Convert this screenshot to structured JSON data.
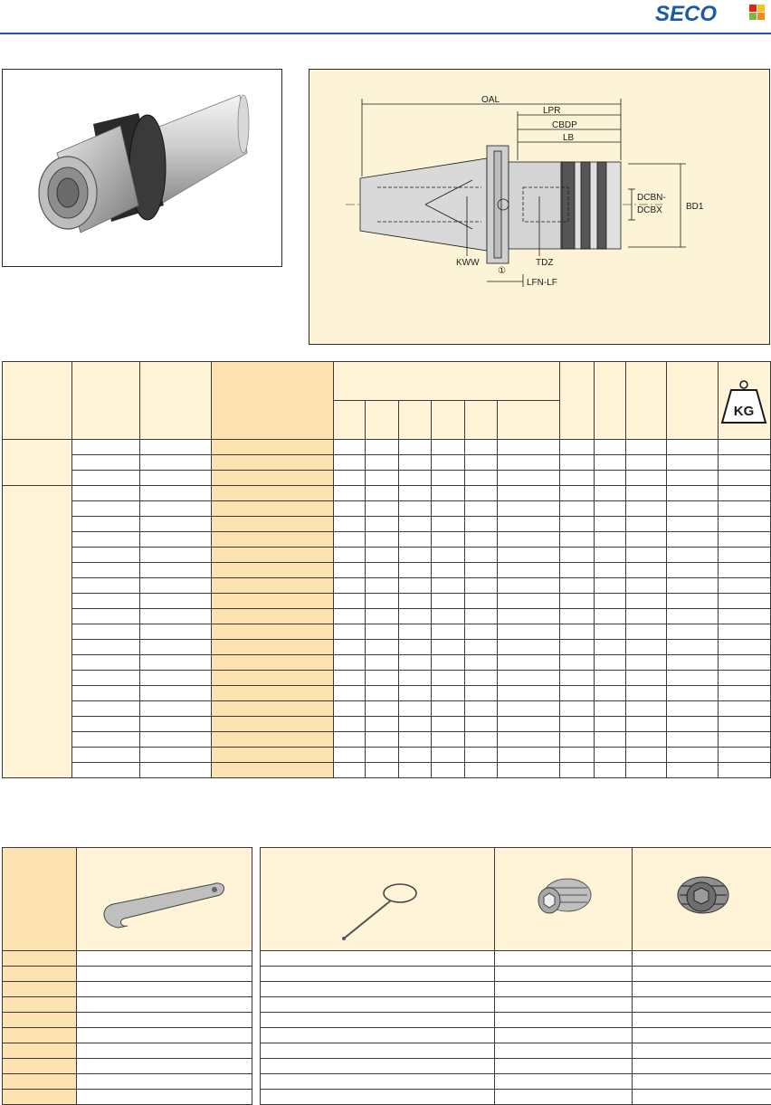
{
  "brand": {
    "name": "SECO",
    "colors": {
      "blue": "#1a5ba8",
      "red": "#e2231a",
      "yellow": "#f7c21b",
      "green": "#7bb742",
      "orange": "#f08c1e"
    }
  },
  "diagram": {
    "labels": {
      "oal": "OAL",
      "lpr": "LPR",
      "cbdp": "CBDP",
      "lb": "LB",
      "dcbn": "DCBN-",
      "dcbx": "DCBX",
      "bd1": "BD1",
      "kww": "KWW",
      "tdz": "TDZ",
      "lfn": "LFN-LF",
      "note": "①"
    }
  },
  "weight_icon": {
    "label": "KG"
  },
  "main_table": {
    "group_a_rows": 3,
    "group_b_rows": 19
  },
  "accessory_table": {
    "rows": 10
  }
}
